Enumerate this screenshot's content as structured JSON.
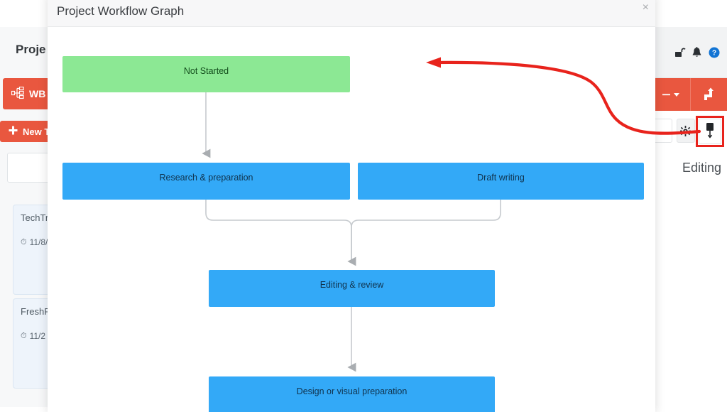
{
  "background_app": {
    "project_title": "Proje",
    "buttons": {
      "wbs_label": "WB",
      "wbs_icon": "hierarchy-icon",
      "new_task_label": "New T",
      "new_task_icon": "plus-icon"
    },
    "top_icons": [
      {
        "name": "unlock-icon",
        "glyph": "⚿"
      },
      {
        "name": "bell-icon",
        "glyph": "🔔"
      },
      {
        "name": "help-icon",
        "glyph": "?"
      }
    ],
    "orange_tools": [
      {
        "name": "more-options-dropdown",
        "glyph": "▾"
      },
      {
        "name": "share-arrow-icon",
        "glyph": "↱"
      }
    ],
    "plain_tools": [
      {
        "name": "blank-tool",
        "glyph": ""
      },
      {
        "name": "gear-icon",
        "glyph": "⚙"
      }
    ],
    "pin_tool": {
      "name": "pin-icon",
      "glyph": "📌"
    },
    "editing_label": "Editing",
    "cards": [
      {
        "title": "TechTr",
        "date": "11/8/",
        "clock_icon": "clock-icon"
      },
      {
        "title": "FreshP",
        "date": "11/2",
        "clock_icon": "clock-icon"
      }
    ]
  },
  "modal": {
    "title": "Project Workflow Graph",
    "close_label": "×",
    "close_icon": "close-icon"
  },
  "graph": {
    "nodes": [
      {
        "id": "not-started",
        "label": "Not Started",
        "color": "#8ce894",
        "status": "green"
      },
      {
        "id": "research",
        "label": "Research & preparation",
        "color": "#33a9f7",
        "status": "blue"
      },
      {
        "id": "draft",
        "label": "Draft writing",
        "color": "#33a9f7",
        "status": "blue"
      },
      {
        "id": "editing",
        "label": "Editing & review",
        "color": "#33a9f7",
        "status": "blue"
      },
      {
        "id": "design",
        "label": "Design or visual preparation",
        "color": "#33a9f7",
        "status": "blue"
      }
    ],
    "edges": [
      {
        "from": "not-started",
        "to": "research"
      },
      {
        "from": "research",
        "to": "editing"
      },
      {
        "from": "draft",
        "to": "editing"
      },
      {
        "from": "editing",
        "to": "design"
      }
    ],
    "edge_color": "#a9adb1"
  },
  "annotation": {
    "color": "#e8231c",
    "type": "curved-arrow",
    "description": "arrow pointing left from highlighted pin button"
  },
  "colors": {
    "accent_orange": "#e9573f",
    "node_green": "#8ce894",
    "node_blue": "#33a9f7",
    "annotation_red": "#e8231c",
    "modal_header": "#f7f7f8",
    "panel_gray": "#f7f8f9"
  }
}
